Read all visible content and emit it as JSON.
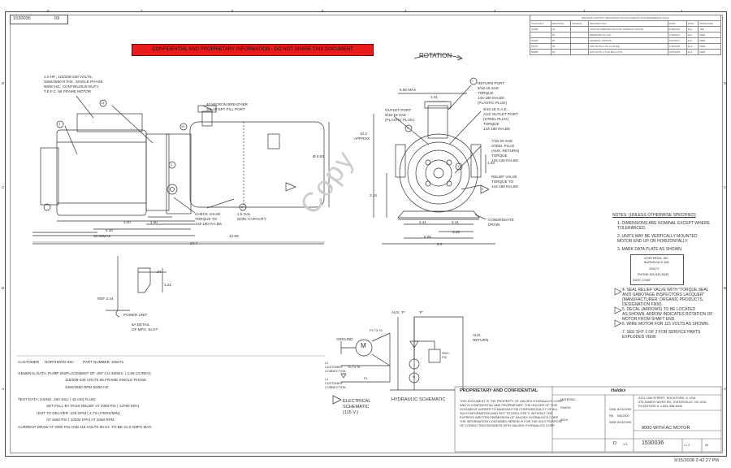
{
  "sheet": {
    "drawing_number_top": "1530036",
    "revision_top": "09",
    "confidential_banner": "CONFIDENTIAL AND PROPRIETARY INFORMATION - DO NOT SHARE THIS DOCUMENT",
    "watermark": "Copy",
    "zone_numbers_top": [
      "8",
      "7",
      "6",
      "5",
      "4",
      "3",
      "2",
      "1"
    ],
    "zone_letters_left": [
      "D",
      "C",
      "B",
      "A"
    ],
    "timestamp": "9/15/2008 2:42:27 PM"
  },
  "rotation": {
    "label": "ROTATION",
    "balloon": "5"
  },
  "front_view": {
    "motor_note": [
      "1.0 HP., 115/208-230 VOLTS,",
      "3450/2850 R.P.M., SINGLE PHASE",
      "60/50 HZ., CONTINUOUS DUTY,",
      "T.E.F.C. 56 FRAME MOTOR"
    ],
    "breather_note": [
      "40 MICRON BREATHER",
      "3/8-18 NPT FILL PORT"
    ],
    "check_valve_note": [
      "CHECK VALVE",
      "TORQUE TO",
      "144-180 IN-LBS"
    ],
    "capacity_note": [
      "1.5 GAL",
      "NOM. CAPACITY"
    ],
    "balloons": [
      "13",
      "3",
      "10",
      "4",
      "6"
    ],
    "dims": {
      "d1": "3.00",
      "d2": "1.60",
      "d3": "4.30",
      "d4": "10.53MAX",
      "d5": "12.59",
      "d6": "24.7",
      "dia": "Ø 6.63"
    }
  },
  "end_view": {
    "dims": {
      "top": "5.66 MAX",
      "w131": "1.31",
      "h": "10.2",
      "approx": "APPROX",
      "h310": "3.10",
      "w241": "2.41",
      "w325": "3.25",
      "w241b": "2.41",
      "w650": "6.50",
      "w90": "9.0",
      "h164": "1.64"
    },
    "return_port": [
      "RETURN PORT",
      "9/16-18 SAE",
      "TORQUE",
      "144-180 IN-LBS",
      "(PLASTIC PLUG)"
    ],
    "outlet_port": [
      "OUTLET PORT",
      "9/16-18 SAE",
      "(PLASTIC PLUG)"
    ],
    "aux_outlet": [
      "9/16-18 S.A.E.",
      "AUX OUTLET PORT",
      "(STEEL PLUG)",
      "TORQUE",
      "144-180 IN-LBS"
    ],
    "aux_return": [
      "7/16-20 SAE",
      "STEEL PLUG",
      "(AUX. RETURN)",
      "TORQUE",
      "125-145 IN-LBS"
    ],
    "relief_valve": [
      "RELIEF VALVE",
      "TORQUE TO",
      "144-180 IN-LBS"
    ],
    "condensate": [
      "CONDENSATE",
      "DRAIN"
    ],
    "balloons": [
      "7",
      "2",
      "1",
      "9"
    ]
  },
  "detail": {
    "d34": ".34",
    "d122": "1.22",
    "ref": "REF 2.44",
    "power_unit": "POWER UNIT",
    "mfg_slot": [
      "8A DETAIL",
      "OF MFG. SLOT"
    ]
  },
  "notes": {
    "header": "NOTES: (UNLESS OTHERWISE SPECIFIED)",
    "items": [
      "1.  DIMENSIONS ARE NOMINAL EXCEPT WHERE",
      "     TOLERANCED.",
      "2.  UNITS MAY BE VERTICALLY MOUNTED",
      "     MOTOR END UP OR HORIZONTALLY.",
      "3.  MARK DATA PLATE AS SHOWN.",
      "4.  SEAL RELIEF VALVE WITH \"TORQUE SEAL",
      "     ANTI-SABOTAGE INSPECTORS LACQUER\"",
      "     (MANUFACTURER: ORGANIC PRODUCTS,",
      "     DESIGNATION F900).",
      "5.  DECAL (ARROWS) TO BE LOCATED",
      "     AS SHOWN. ARROW INDICATES ROTATION OF",
      "     MOTOR FROM SHAFT END.",
      "6.  WIRE MOTOR FOR 115 VOLTS AS SHOWN.",
      "7.  SEE SHT 2 OF 2 FOR SERVICE PARTS",
      "     EXPLODED VIEW."
    ],
    "nameplate": [
      "NORTHERN, INC.",
      "BURNSVILLE,MN.",
      "109471",
      "PHONE 800-533-5545",
      "DATE CODE"
    ]
  },
  "customer_block": {
    "customer_label": "CUSTOMER",
    "customer": "NORTHERN INC.",
    "part_label": "PART NUMBER",
    "part": "109471",
    "general_data": "GENERAL DATA:  PUMP DISPLACEMENT OF   .097   CU IN/REV. (  1.59   CC/REV)",
    "line2": "115/208-230   VOLTS   56   FRAME   SINGLE   PHASE",
    "line3": "3450/2850   RPM   60/50   HZ",
    "test_data": "TEST DATA:  USING   .200  SSU   (  43   cSt) FLUID",
    "test_line2": "SET FULL BY PASS RELIEF AT   2000   PSI   (  13790   KPA)",
    "test_line3": "UNIT TO DELIVER   .125   GPM   (  4.73   LITERS/MIN)",
    "test_line4": "AT   1500 PSI   (  10032   KPA)   AT   3450   RPM",
    "current": "CURRENT DRAW AT 2000 PSI AND 115 VOLTS 60 Hz. TO BE 21.0 AMPS MAX."
  },
  "electrical": {
    "title": [
      "ELECTRICAL",
      "SCHEMATIC",
      "(115 V.)"
    ],
    "ground": "GROUND",
    "motor": "M",
    "labels": [
      "P2,T3,T5",
      "T2,T4,T8",
      "L2",
      "CUSTOMER",
      "CONNECTION",
      "L1",
      "CUSTOMER",
      "CONNECTION",
      "P1"
    ]
  },
  "hydraulic": {
    "title": "HYDRAULIC SCHEMATIC",
    "aux_p": "AUX. 'P'",
    "p": "'P'",
    "aux_return": [
      "AUX.",
      "RETURN"
    ],
    "psi": "2000",
    "psi_unit": "PSI",
    "motor": "M"
  },
  "proprietary": {
    "title": "PROPRIETARY AND CONFIDENTIAL",
    "text": [
      "THIS DOCUMENT IS THE PROPERTY OF HALDEX HYDRAULICS CORP.",
      "AND IS CONFIDENTIAL AND PROPRIETARY. THE HOLDER OF THIS",
      "DOCUMENT AGREES TO MAINTAIN THE CONFIDENTIALITY OF ALL",
      "SUCH INFORMATION AND NOT TO DISCLOSE IT WITHOUT THE",
      "EXPRESS WRITTEN PERMISSION OF HALDEX HYDRAULICS CORP.",
      "THE INFORMATION CONTAINED HEREIN IS FOR THE SOLE PURPOSE",
      "OF CONDUCTING BUSINESS WITH HALDEX HYDRAULICS CORP."
    ]
  },
  "title_block": {
    "company": "Haldex",
    "address": [
      "2222 15th STREET, ROCKFORD, IL USA",
      "375 JAMES HAYES RD, STATESVILLE, NC USA",
      "ROCKFORD IL 1-815-398-4400"
    ],
    "title": "8000 WITH AC MOTOR",
    "size": "D",
    "scale": "1:3",
    "sheet": "1 / 2",
    "dwg_no": "1530036",
    "rev": "09",
    "dwn": "DHB",
    "chk": "RK",
    "app": "WEB",
    "date1": "8/23/1999",
    "date2": "5/6/2000",
    "date3": "8/23/1999",
    "units": "INCH",
    "material": "MATERIAL",
    "finish": "FINISH"
  },
  "revision_table": {
    "header": "REVISION HISTORY (REVISIONS ON DOCUMENTS FOR REFERENCE ONLY)",
    "rows": [
      [
        "CHANGE #",
        "REVISION",
        "ZONE(S)",
        "DESCRIPTION",
        "DATE",
        "DWN",
        "APPROVED"
      ],
      [
        "40498",
        "04",
        "",
        "UPDATE DIMENSIONS FOR CURRENT MOTOR",
        "4/18/2003",
        "ELA",
        "JPE"
      ],
      [
        "",
        "05",
        "",
        "REDRAWN IN CAD",
        "1/18/2007",
        "ELA",
        "WEB"
      ],
      [
        "50420",
        "06",
        "",
        "GENERAL UPDATE",
        "3/21/2007",
        "ELA",
        "WEB"
      ],
      [
        "50936",
        "08",
        "",
        "ADD NOTE 6 ON CHANGE",
        "1/15/2008",
        "ELA",
        "WEB"
      ],
      [
        "50988",
        "09",
        "",
        "ADD NOTE 4 AND BALLOON",
        "9/15/2008",
        "ELA",
        "WEB"
      ]
    ]
  }
}
